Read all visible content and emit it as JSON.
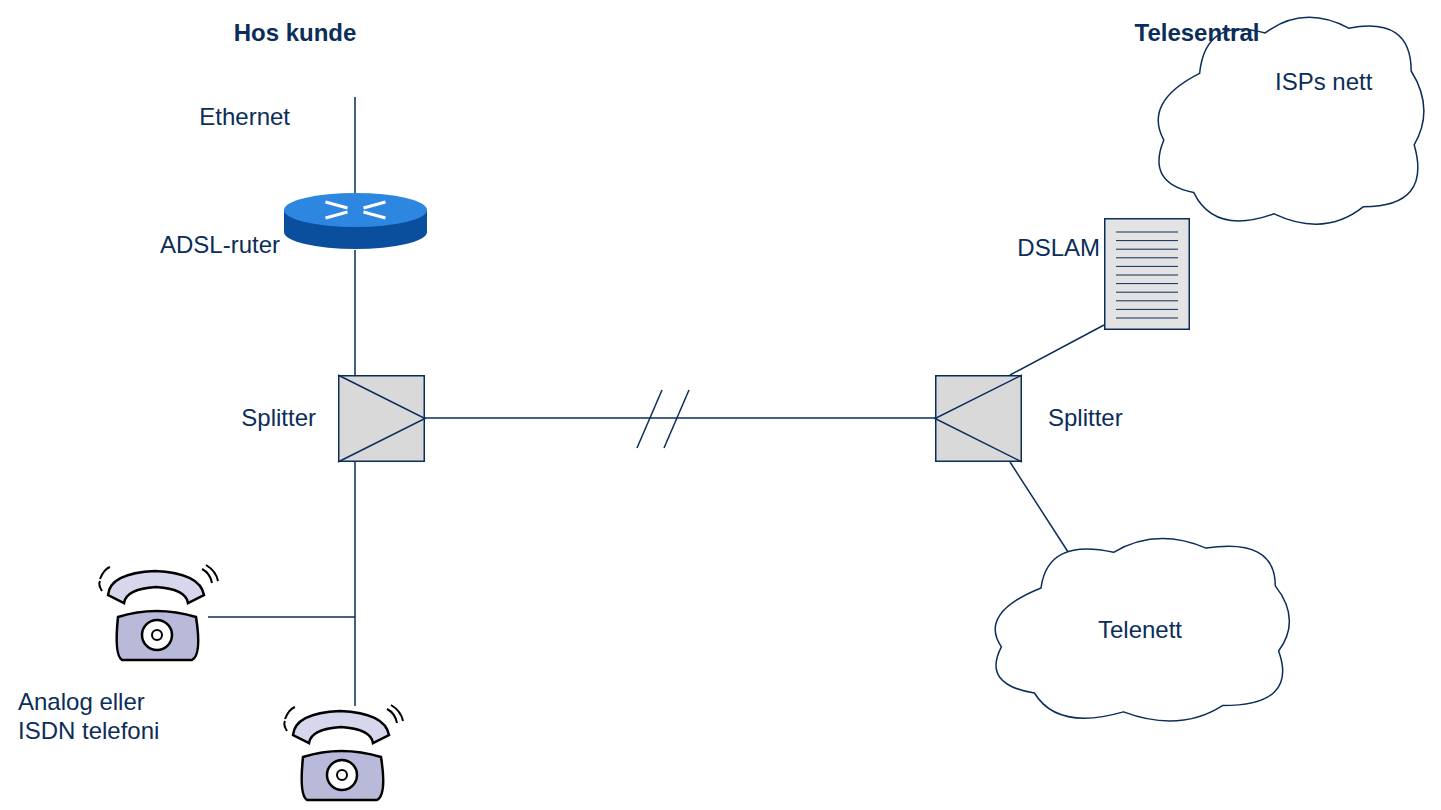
{
  "diagram": {
    "nodes": [
      {
        "text": [
          "ADSL-ruter"
        ]
      },
      {
        "text": [
          "Splitter"
        ]
      },
      {
        "text": [
          "Splitter"
        ]
      },
      {
        "text": [
          "DSLAM"
        ]
      },
      {
        "text": [
          "ISPs nett"
        ]
      },
      {
        "text": [
          "Telenett"
        ]
      }
    ],
    "edges": [
      {
        "from": 0,
        "to": 1,
        "arrow": "none"
      },
      {
        "from": 1,
        "to": 2,
        "arrow": "none"
      },
      {
        "from": 2,
        "to": 3,
        "arrow": "none"
      },
      {
        "from": 2,
        "to": 5,
        "arrow": "none"
      }
    ],
    "labels": [
      "Hos kunde",
      "Telesentral",
      "Ethernet",
      "Analog eller ISDN telefoni"
    ]
  }
}
